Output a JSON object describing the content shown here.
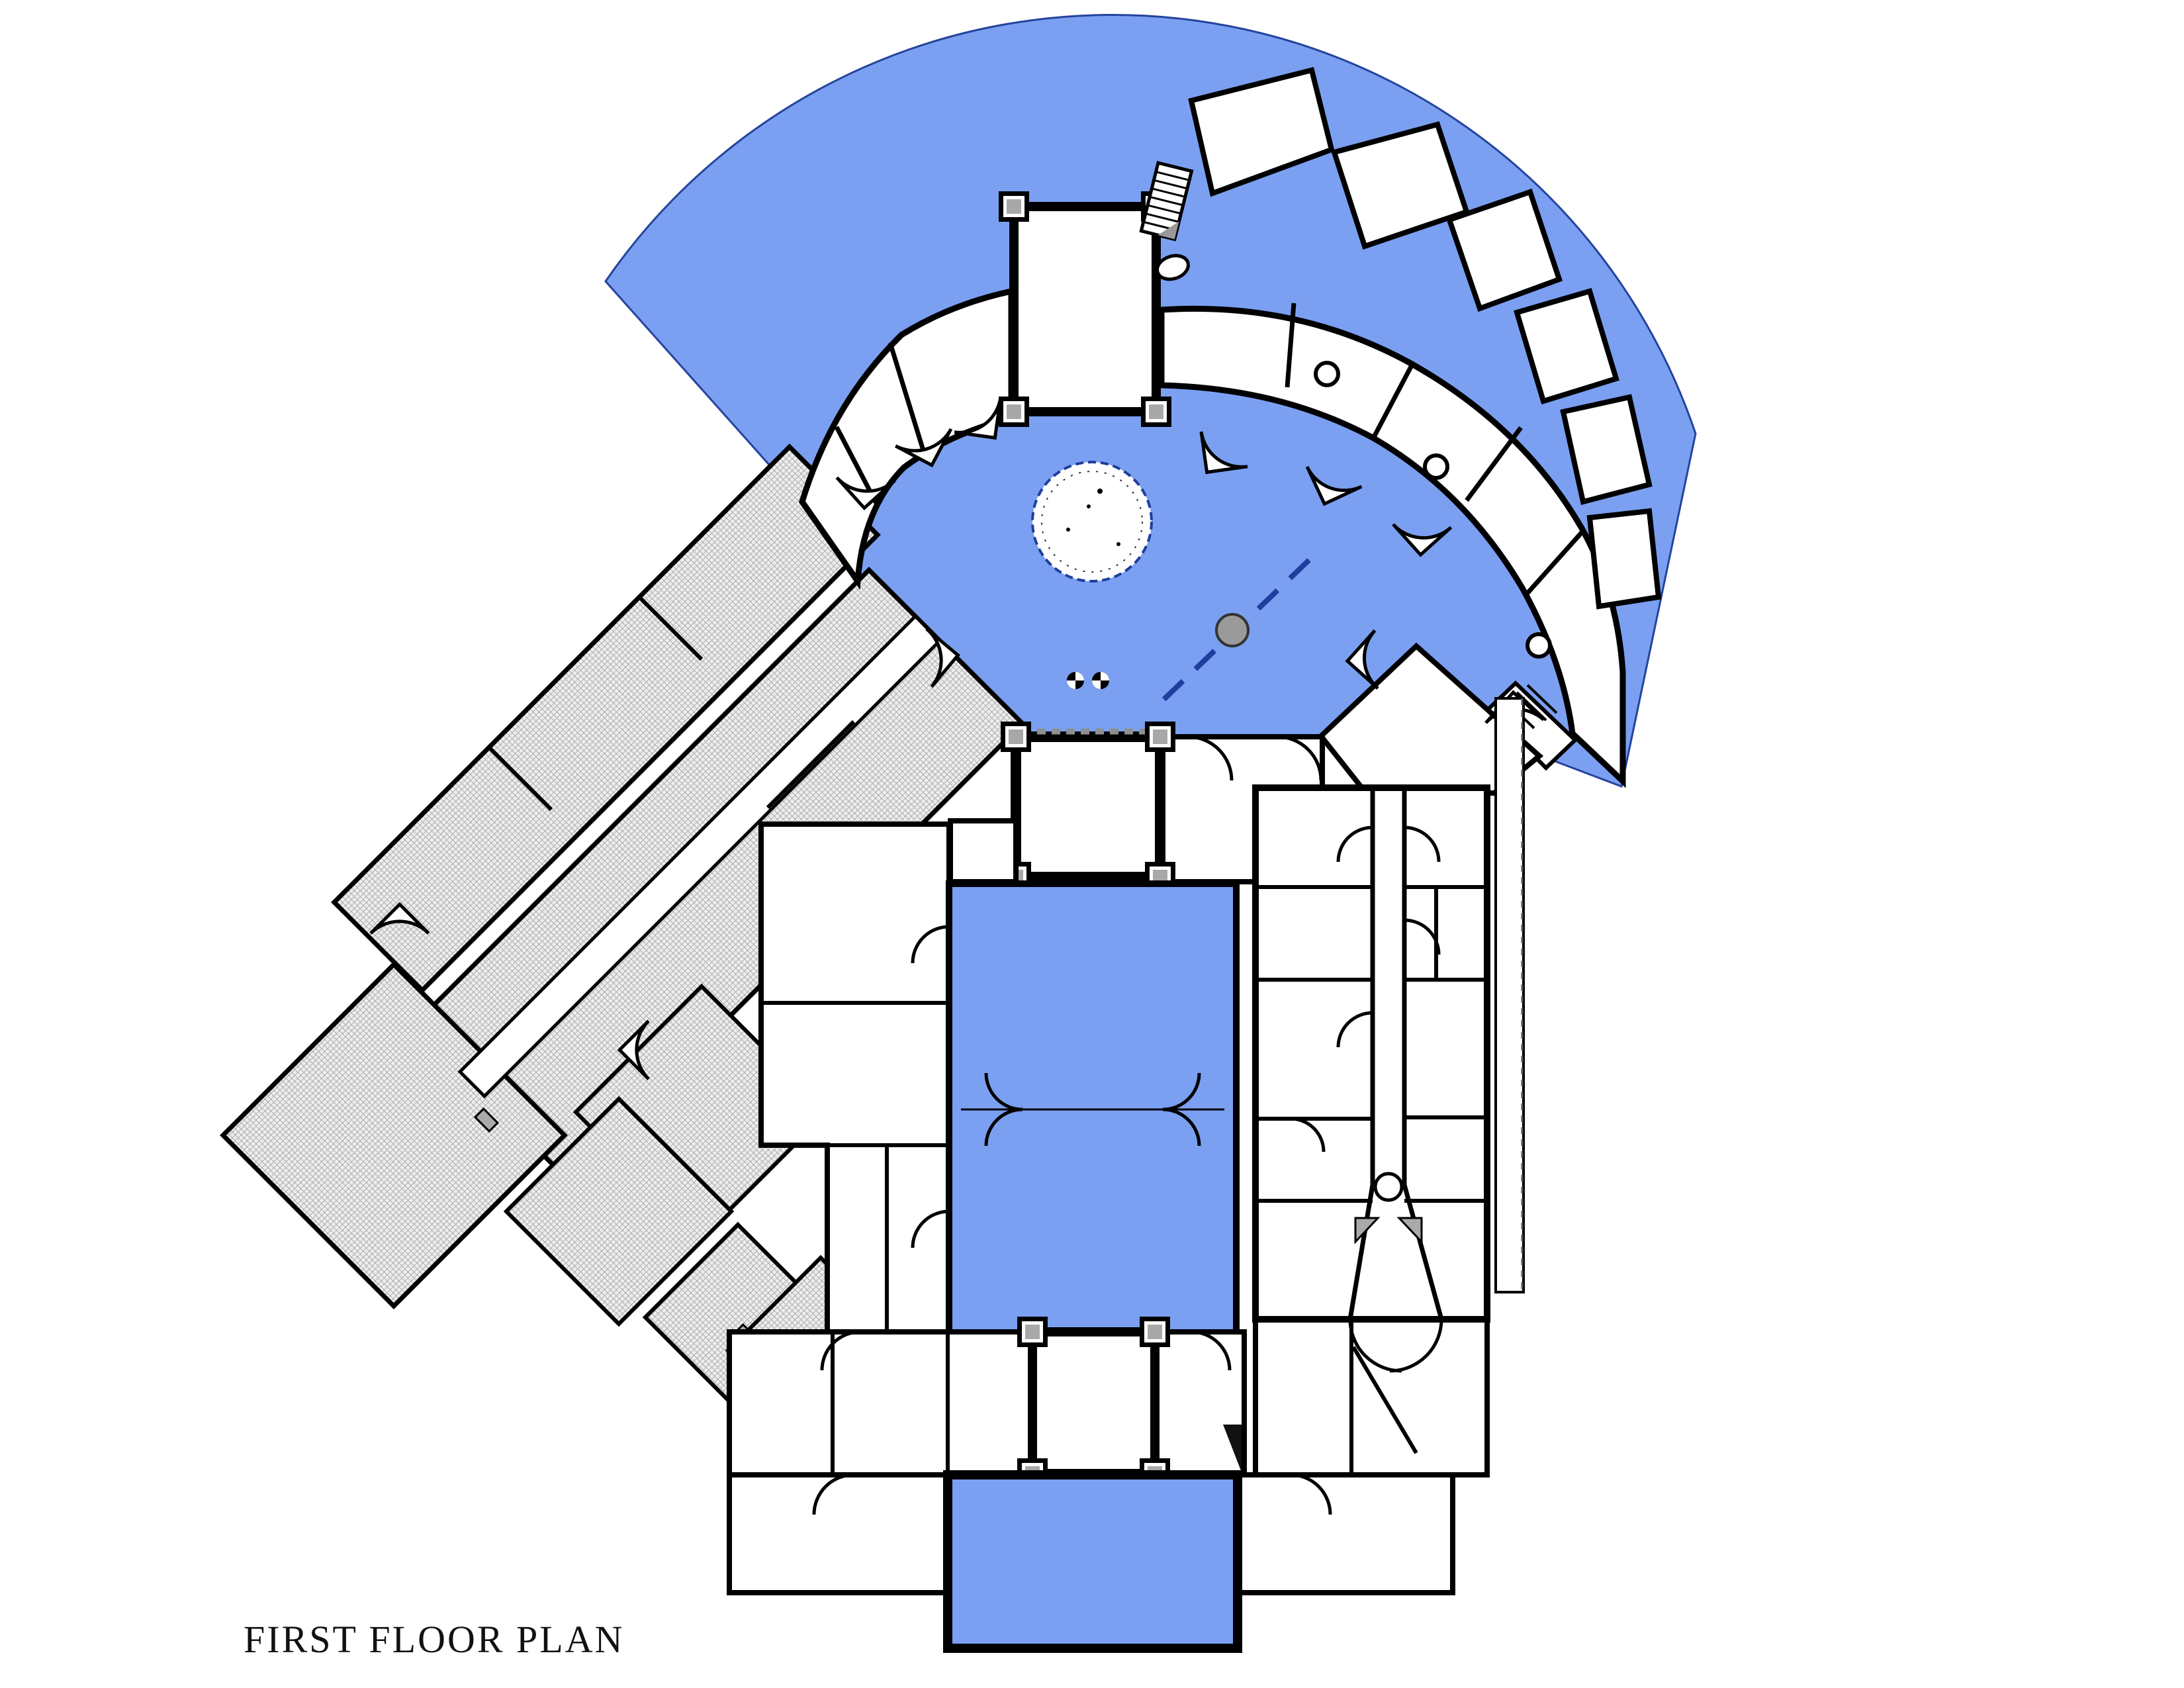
{
  "page": {
    "title_label": "FIRST FLOOR PLAN"
  },
  "colors": {
    "highlight_blue": "#7BA0F2",
    "fan_outline_navy": "#24449C",
    "landscape_navy": "#1E3F9E",
    "wall_black": "#000000",
    "column_gray": "#A8A8A8",
    "hatch_fill_gray": "#EDEDED",
    "hatch_line_gray": "#ADADAD",
    "marker_gray": "#9A9A9A",
    "background_white": "#FFFFFF"
  },
  "symbols": {
    "tree_icon": "irregular dashed circle (existing tree in courtyard)",
    "site_line_icon": "dashed navy diagonal line",
    "site_marker_icon": "gray filled circle on dashed line",
    "survey_point_icon": "small black circle with white quadrants",
    "door_swing_icon": "quarter-circle door leaf",
    "column_icon": "gray square column in black frame",
    "stair_icon": "treaded rectangle / hatched wedge"
  }
}
